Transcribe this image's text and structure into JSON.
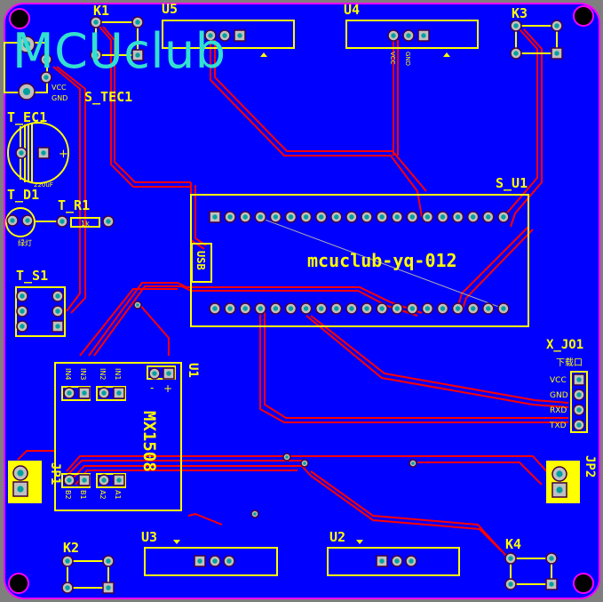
{
  "board": {
    "logo_text": "MCUclub",
    "board_name": "mcuclub-yq-012",
    "colors": {
      "board": "#0000ff",
      "edge": "#ff00ff",
      "silk": "#ffff00",
      "trace": "#ff0000",
      "logo": "#33e0d0",
      "pad": "#c0c0c0",
      "pad_hole": "#00a0a0"
    }
  },
  "components": {
    "s_tec1": {
      "ref": "S_TEC1",
      "pins": [
        "VCC",
        "GND"
      ]
    },
    "k1": {
      "ref": "K1"
    },
    "u5": {
      "ref": "U5"
    },
    "u4": {
      "ref": "U4",
      "pins": [
        "VCC",
        "GND"
      ]
    },
    "k3": {
      "ref": "K3"
    },
    "t_ec1": {
      "ref": "T_EC1",
      "value": "220uF",
      "polarity": "+"
    },
    "t_d1": {
      "ref": "T_D1",
      "value": "绿灯"
    },
    "t_r1": {
      "ref": "T_R1",
      "value": "1k"
    },
    "t_s1": {
      "ref": "T_S1"
    },
    "s_u1": {
      "ref": "S_U1",
      "usb": "USB"
    },
    "u1": {
      "ref": "U1",
      "name": "MX1508",
      "inputs": [
        "IN4",
        "IN3",
        "IN2",
        "IN1"
      ],
      "outputs": [
        "B2",
        "B1",
        "A2",
        "A1"
      ],
      "power": [
        "-",
        "+"
      ]
    },
    "jp1": {
      "ref": "JP1"
    },
    "jp2": {
      "ref": "JP2"
    },
    "x_jo1": {
      "ref": "X_JO1",
      "title": "下载口",
      "pins": [
        "VCC",
        "GND",
        "RXD",
        "TXD"
      ]
    },
    "k2": {
      "ref": "K2"
    },
    "u3": {
      "ref": "U3"
    },
    "u2": {
      "ref": "U2"
    },
    "k4": {
      "ref": "K4"
    }
  }
}
